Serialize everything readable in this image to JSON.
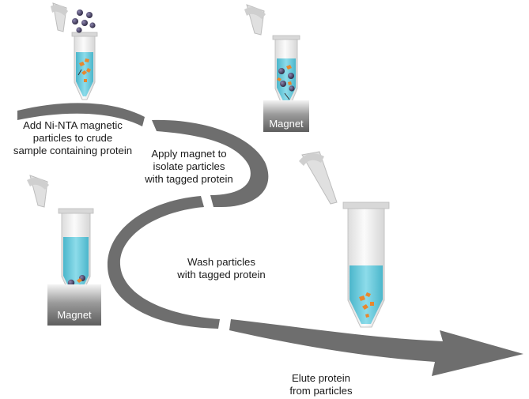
{
  "steps": [
    {
      "lines": [
        "Add Ni-NTA magnetic",
        "particles to crude",
        "sample containing protein"
      ]
    },
    {
      "lines": [
        "Apply magnet to",
        "isolate particles",
        "with tagged protein"
      ]
    },
    {
      "lines": [
        "Wash particles",
        "with tagged protein"
      ]
    },
    {
      "lines": [
        "Elute protein",
        "from particles"
      ]
    }
  ],
  "magnet_label": "Magnet",
  "colors": {
    "arrow": "#6e6e6e",
    "liquid": "#5fc4d6",
    "tube": "#ececec",
    "bead": "#3a3552",
    "protein": "#e8872e",
    "magnet": "#6a6a6a"
  }
}
